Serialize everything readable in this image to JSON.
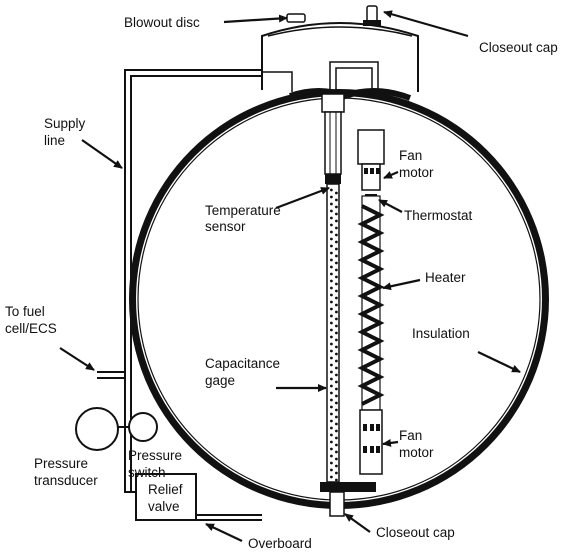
{
  "labels": {
    "blowout_disc": "Blowout disc",
    "closeout_cap_top": "Closeout cap",
    "supply_line": [
      "Supply",
      "line"
    ],
    "fan_motor_top": [
      "Fan",
      "motor"
    ],
    "temperature_sensor": [
      "Temperature",
      "sensor"
    ],
    "thermostat": "Thermostat",
    "heater": "Heater",
    "to_fuel_cell": [
      "To fuel",
      "cell/ECS"
    ],
    "insulation": "Insulation",
    "capacitance_gage": [
      "Capacitance",
      "gage"
    ],
    "fan_motor_bottom": [
      "Fan",
      "motor"
    ],
    "pressure_transducer": [
      "Pressure",
      "transducer"
    ],
    "pressure_switch": [
      "Pressure",
      "switch"
    ],
    "relief_valve": [
      "Relief",
      "valve"
    ],
    "overboard": "Overboard",
    "closeout_cap_bottom": "Closeout cap"
  }
}
